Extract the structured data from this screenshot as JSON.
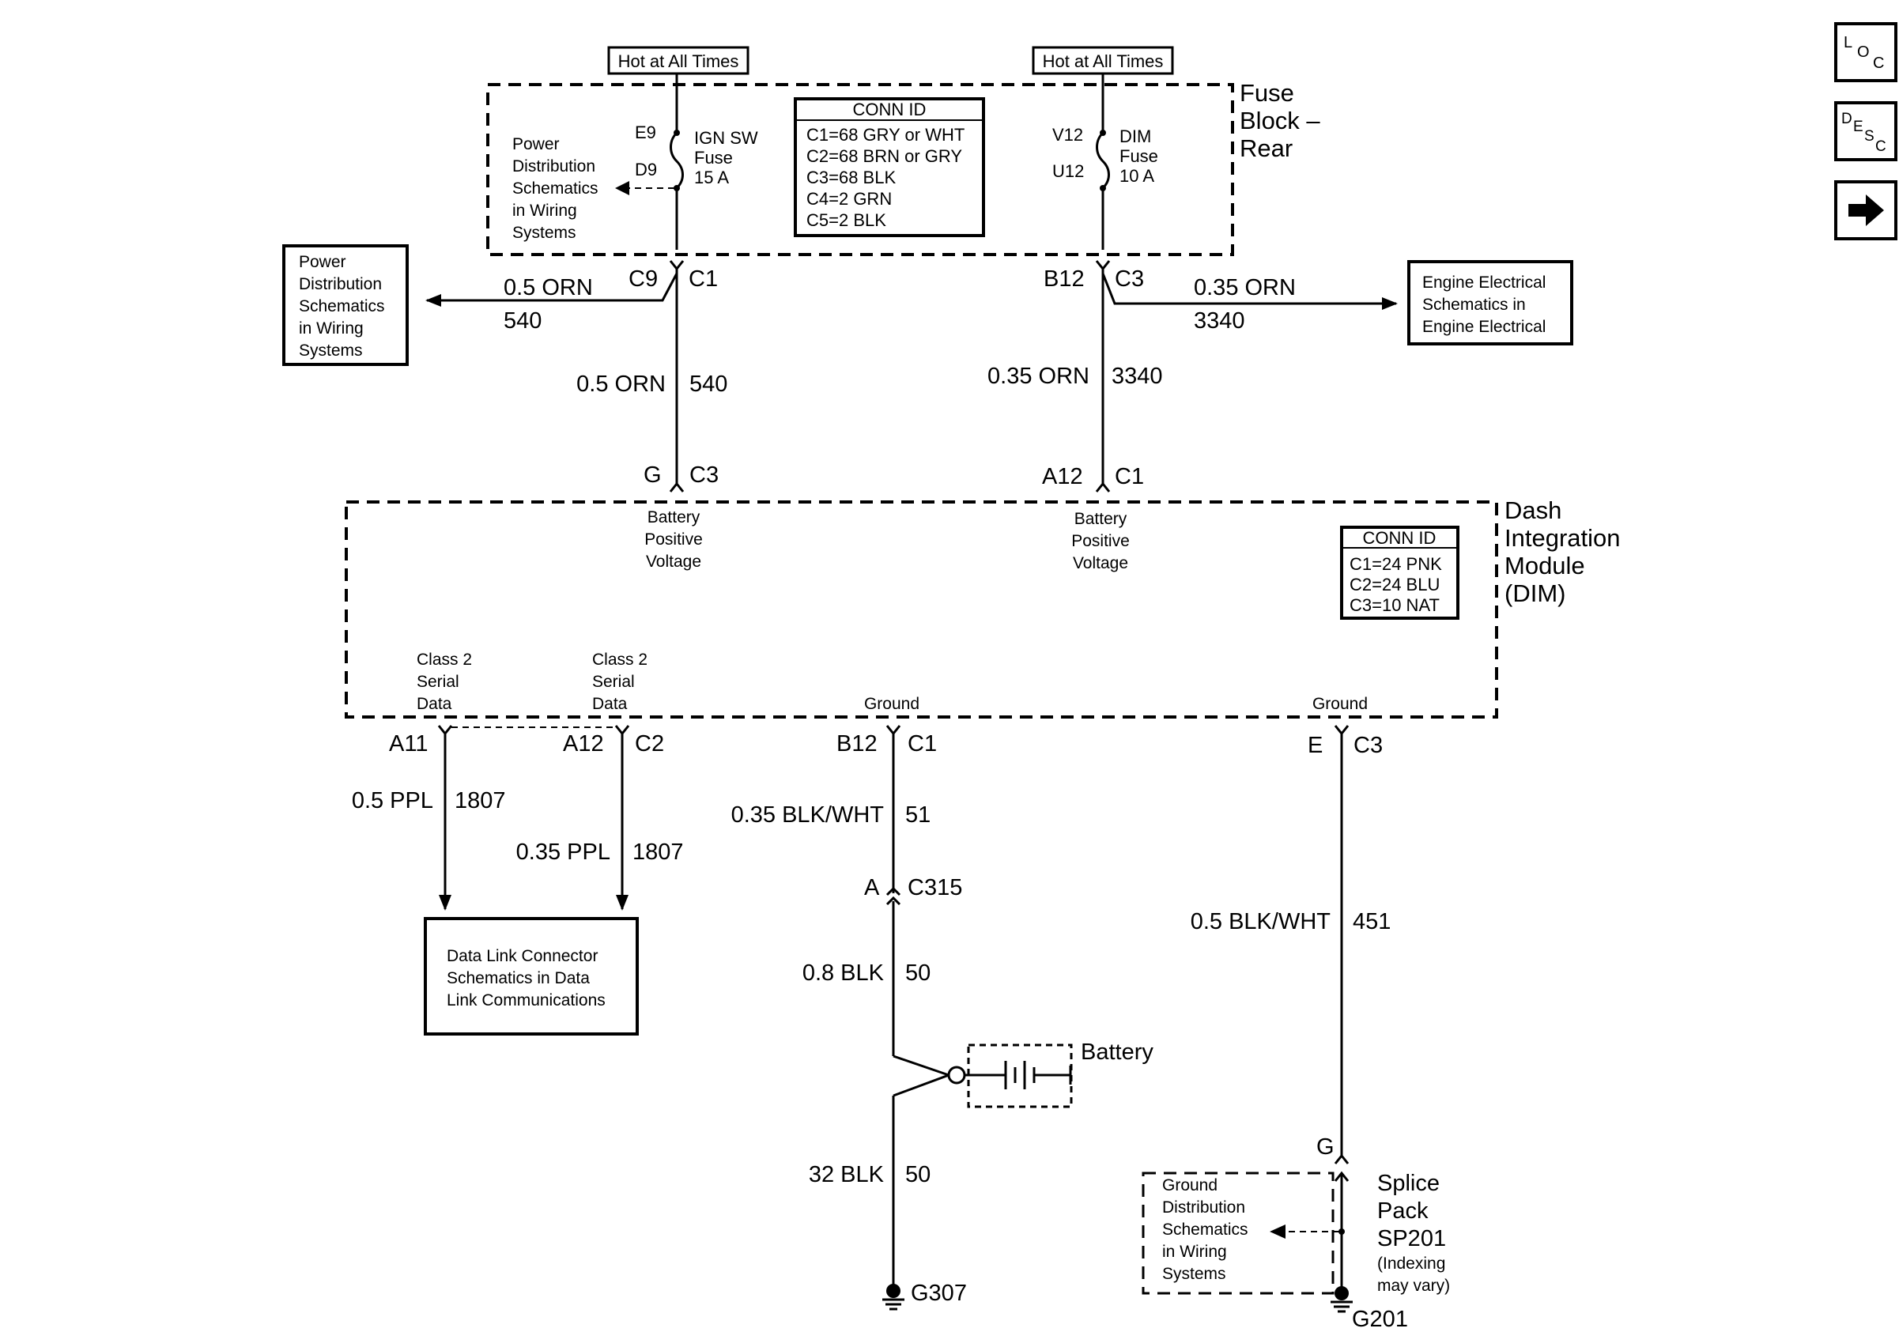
{
  "colors": {
    "ink": "#000000",
    "paper": "#ffffff"
  },
  "fuse_block": {
    "hot_left": "Hot at All Times",
    "hot_right": "Hot at All Times",
    "title_lines": [
      "Fuse",
      "Block –",
      "Rear"
    ],
    "pin_e9": "E9",
    "pin_d9": "D9",
    "pin_v12": "V12",
    "pin_u12": "U12",
    "ign_fuse_lines": [
      "IGN SW",
      "Fuse",
      "15 A"
    ],
    "dim_fuse_lines": [
      "DIM",
      "Fuse",
      "10 A"
    ],
    "power_ref_lines": [
      "Power",
      "Distribution",
      "Schematics",
      "in Wiring",
      "Systems"
    ],
    "conn_id": {
      "title": "CONN ID",
      "rows": [
        "C1=68 GRY or WHT",
        "C2=68 BRN or GRY",
        "C3=68 BLK",
        "C4=2 GRN",
        "C5=2 BLK"
      ]
    }
  },
  "upper_wiring": {
    "left_conn_pin": "C9",
    "left_conn": "C1",
    "right_conn_pin": "B12",
    "right_conn": "C3",
    "branch_left_wire": "0.5 ORN",
    "branch_left_circuit": "540",
    "branch_right_wire": "0.35 ORN",
    "branch_right_circuit": "3340",
    "down_left_wire": "0.5 ORN",
    "down_left_circuit": "540",
    "down_right_wire": "0.35 ORN",
    "down_right_circuit": "3340",
    "dim_left_pin": "G",
    "dim_left_conn": "C3",
    "dim_right_pin": "A12",
    "dim_right_conn": "C1",
    "power_box_lines": [
      "Power",
      "Distribution",
      "Schematics",
      "in Wiring",
      "Systems"
    ],
    "engine_box_lines": [
      "Engine Electrical",
      "Schematics in",
      "Engine Electrical"
    ]
  },
  "dim": {
    "title_lines": [
      "Dash",
      "Integration",
      "Module",
      "(DIM)"
    ],
    "batt_left_lines": [
      "Battery",
      "Positive",
      "Voltage"
    ],
    "batt_right_lines": [
      "Battery",
      "Positive",
      "Voltage"
    ],
    "serial1_lines": [
      "Class 2",
      "Serial",
      "Data"
    ],
    "serial2_lines": [
      "Class 2",
      "Serial",
      "Data"
    ],
    "ground1": "Ground",
    "ground2": "Ground",
    "conn_id": {
      "title": "CONN ID",
      "rows": [
        "C1=24 PNK",
        "C2=24 BLU",
        "C3=10 NAT"
      ]
    }
  },
  "lower_wiring": {
    "pin_a11": "A11",
    "pin_a12": "A12",
    "conn_c2": "C2",
    "pin_b12": "B12",
    "conn_c1": "C1",
    "pin_e": "E",
    "conn_c3": "C3",
    "wire_ppl_05": "0.5 PPL",
    "circuit_1807_a": "1807",
    "wire_ppl_035": "0.35 PPL",
    "circuit_1807_b": "1807",
    "wire_blkwht_035": "0.35 BLK/WHT",
    "circuit_51": "51",
    "pin_a_c315": "A",
    "conn_c315": "C315",
    "wire_blk_08": "0.8 BLK",
    "circuit_50_a": "50",
    "battery": "Battery",
    "wire_blk_32": "32 BLK",
    "circuit_50_b": "50",
    "ground_g307": "G307",
    "wire_blkwht_05": "0.5 BLK/WHT",
    "circuit_451": "451",
    "pin_g_splice": "G",
    "splice_lines": [
      "Splice",
      "Pack",
      "SP201"
    ],
    "splice_note_lines": [
      "(Indexing",
      "may vary)"
    ],
    "ground_ref_lines": [
      "Ground",
      "Distribution",
      "Schematics",
      "in Wiring",
      "Systems"
    ],
    "ground_g201": "G201",
    "dlc_box_lines": [
      "Data Link Connector",
      "Schematics in Data",
      "Link Communications"
    ]
  },
  "nav": {
    "loc_icon": "loc-icon",
    "desc_icon": "desc-icon",
    "next_icon": "arrow-right-icon"
  }
}
